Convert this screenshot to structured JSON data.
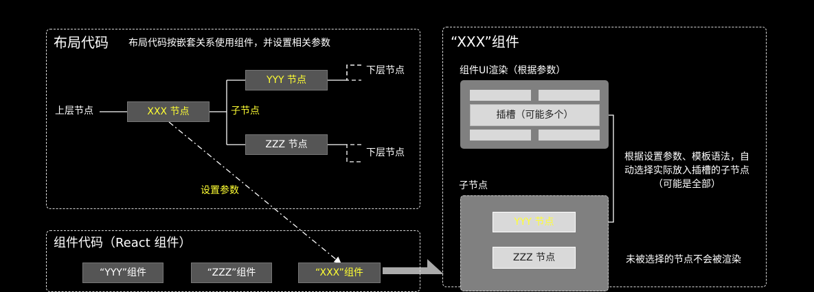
{
  "layout_panel": {
    "title": "布局代码",
    "subtitle": "布局代码按嵌套关系使用组件，并设置相关参数",
    "parent_label": "上层节点",
    "xxx_node": "XXX 节点",
    "child_label": "子节点",
    "yyy_node": "YYY 节点",
    "zzz_node": "ZZZ 节点",
    "lower_label_1": "下层节点",
    "lower_label_2": "下层节点",
    "param_label": "设置参数"
  },
  "code_panel": {
    "title": "组件代码（React 组件）",
    "component_yyy": "“YYY”组件",
    "component_zzz": "“ZZZ”组件",
    "component_xxx": "“XXX”组件"
  },
  "component_panel": {
    "title": "“XXX”组件",
    "render_label": "组件UI渲染（根据参数）",
    "slot_label": "插槽（可能多个）",
    "child_section_label": "子节点",
    "child_yyy": "YYY 节点",
    "child_zzz": "ZZZ 节点",
    "explain_line1": "根据设置参数、模板语法，自",
    "explain_line2": "动选择实际放入插槽的子节点",
    "explain_line3": "（可能是全部）",
    "not_render_note": "未被选择的节点不会被渲染"
  },
  "colors": {
    "background": "#000000",
    "highlight": "#ffff33",
    "node_fill": "#555555",
    "panel_gray": "#808080"
  }
}
